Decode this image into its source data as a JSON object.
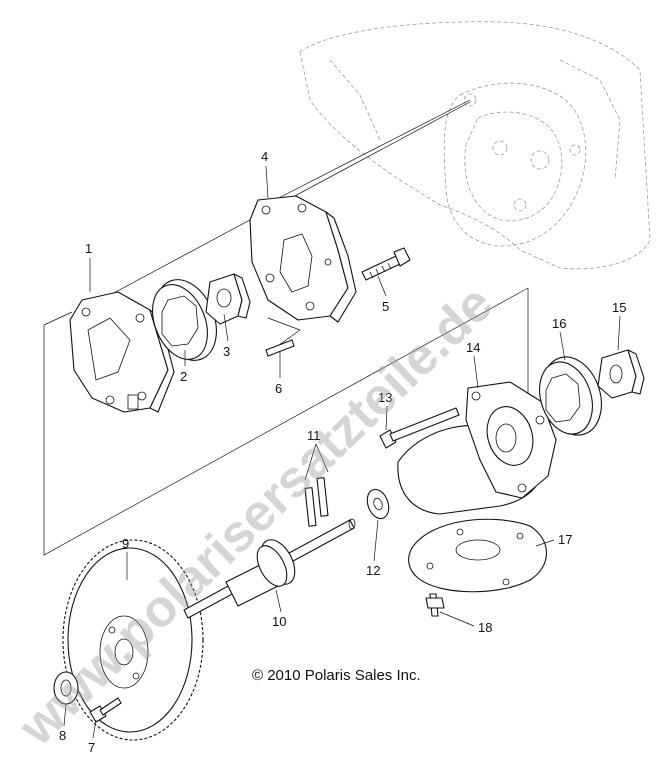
{
  "callouts": [
    "1",
    "2",
    "3",
    "4",
    "5",
    "6",
    "7",
    "8",
    "9",
    "10",
    "11",
    "12",
    "13",
    "14",
    "15",
    "16",
    "17",
    "18"
  ],
  "copyright": "© 2010 Polaris Sales Inc.",
  "watermark": "www.polarisersatzteile.de",
  "colors": {
    "line": "#111111",
    "engine_ghost": "#9a9a9a",
    "watermark": "#9c9c9c",
    "background": "#ffffff"
  }
}
